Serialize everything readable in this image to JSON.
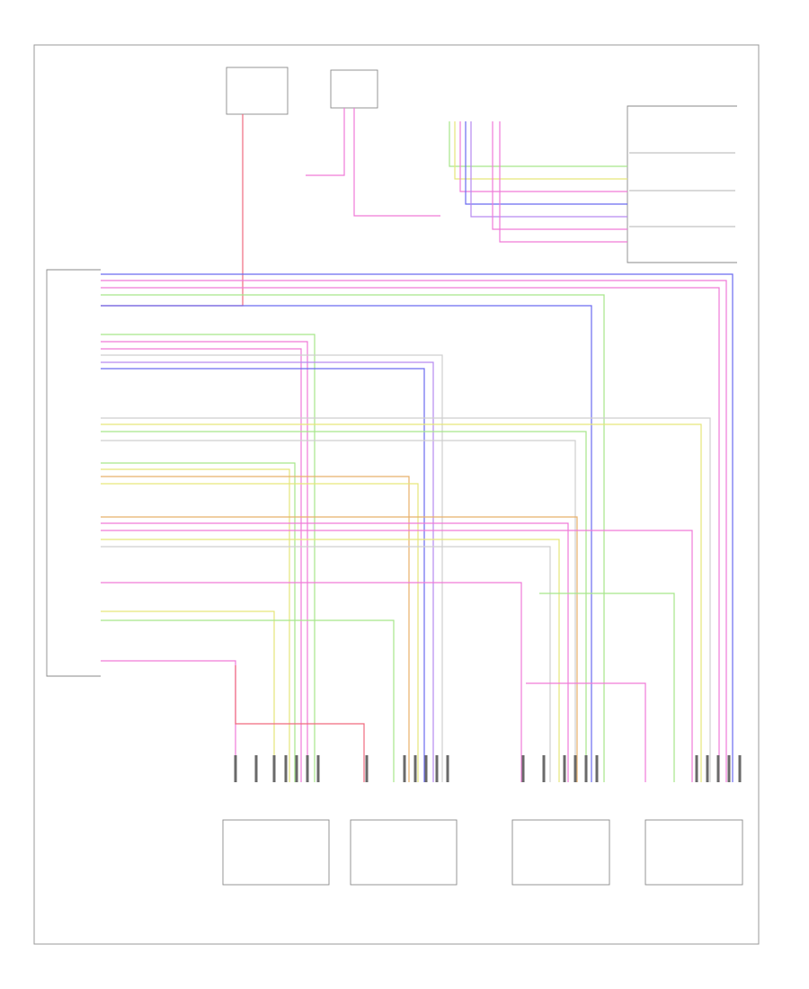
{
  "diagram": {
    "footer_code": "",
    "modules": {
      "top_left_fuse": {
        "label": ""
      },
      "top_mid_fuse": {
        "label": ""
      },
      "right_module": {
        "title": "",
        "sections": [
          "",
          "",
          "",
          ""
        ]
      },
      "left_module": {
        "label": ""
      },
      "seat_modules": [
        {
          "id": "seat-1",
          "caption": ""
        },
        {
          "id": "seat-2",
          "caption": ""
        },
        {
          "id": "seat-3",
          "caption": ""
        },
        {
          "id": "seat-4",
          "caption": ""
        }
      ]
    },
    "wire_colors": {
      "red": "#f06a7e",
      "pink": "#f07ad8",
      "blue": "#6a6af0",
      "green": "#a6e68a",
      "yellow": "#e6e67a",
      "orange": "#e8b06a",
      "gray": "#cfcfcf",
      "violet": "#b68af0"
    },
    "note": ""
  }
}
